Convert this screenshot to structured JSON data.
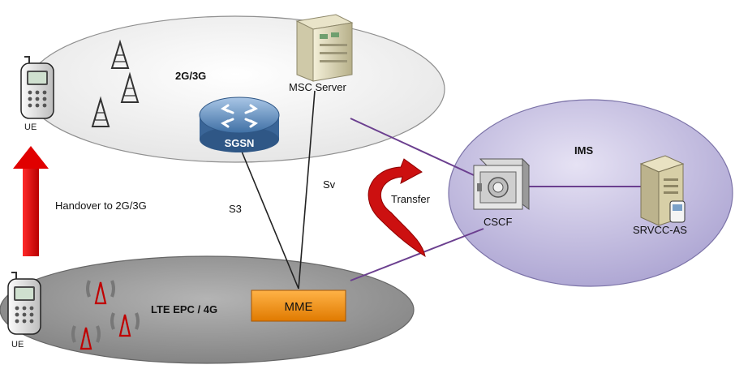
{
  "networks": {
    "legacy": {
      "label": "2G/3G"
    },
    "lte": {
      "label": "LTE EPC / 4G"
    },
    "ims": {
      "label": "IMS"
    }
  },
  "nodes": {
    "msc": {
      "label": "MSC Server"
    },
    "sgsn": {
      "label": "SGSN"
    },
    "mme": {
      "label": "MME"
    },
    "cscf": {
      "label": "CSCF"
    },
    "srvcc": {
      "label": "SRVCC-AS"
    },
    "ue_top": {
      "label": "UE"
    },
    "ue_bottom": {
      "label": "UE"
    }
  },
  "links": {
    "s3": {
      "label": "S3"
    },
    "sv": {
      "label": "Sv"
    }
  },
  "annotations": {
    "handover": "Handover to 2G/3G",
    "transfer": "Transfer"
  },
  "colors": {
    "legacy_fill": "#eeeeee",
    "lte_fill": "#9a9a9a",
    "ims_fill": "#c8c3e0",
    "mme_fill": "#f08c1e",
    "sgsn_fill": "#5e8fc0",
    "link_purple": "#6b3f8f",
    "arrow_red": "#d40000"
  }
}
